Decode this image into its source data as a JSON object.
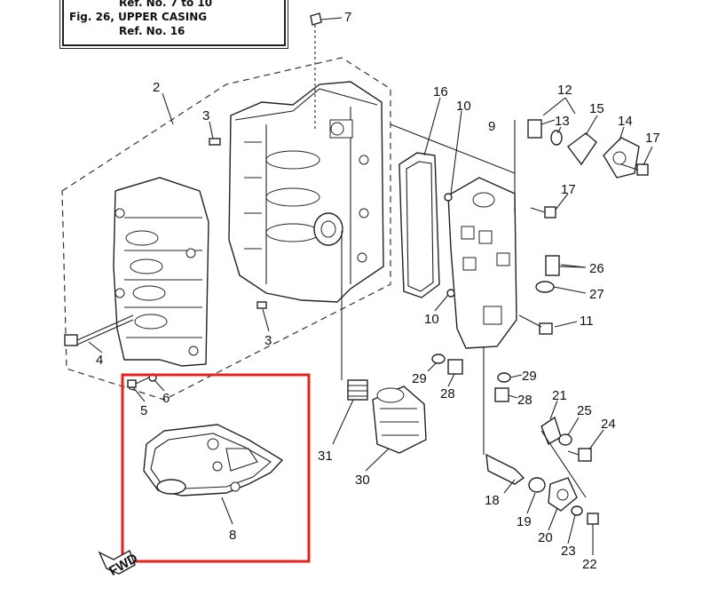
{
  "reference_box": {
    "line1": "Ref. No. 7 to 10",
    "line2": "Fig. 26, UPPER CASING",
    "line3": "Ref. No. 16"
  },
  "callouts": {
    "p2": "2",
    "p3a": "3",
    "p3b": "3",
    "p4": "4",
    "p5": "5",
    "p6": "6",
    "p7": "7",
    "p8": "8",
    "p9": "9",
    "p10a": "10",
    "p10b": "10",
    "p11": "11",
    "p12": "12",
    "p13": "13",
    "p14": "14",
    "p15": "15",
    "p16": "16",
    "p17a": "17",
    "p17b": "17",
    "p18": "18",
    "p19": "19",
    "p20": "20",
    "p21": "21",
    "p22": "22",
    "p23": "23",
    "p24": "24",
    "p25": "25",
    "p26": "26",
    "p27": "27",
    "p28a": "28",
    "p28b": "28",
    "p29a": "29",
    "p29b": "29",
    "p30": "30",
    "p31": "31"
  },
  "fwd_marker": "FWD",
  "highlight_color": "#e8201c"
}
